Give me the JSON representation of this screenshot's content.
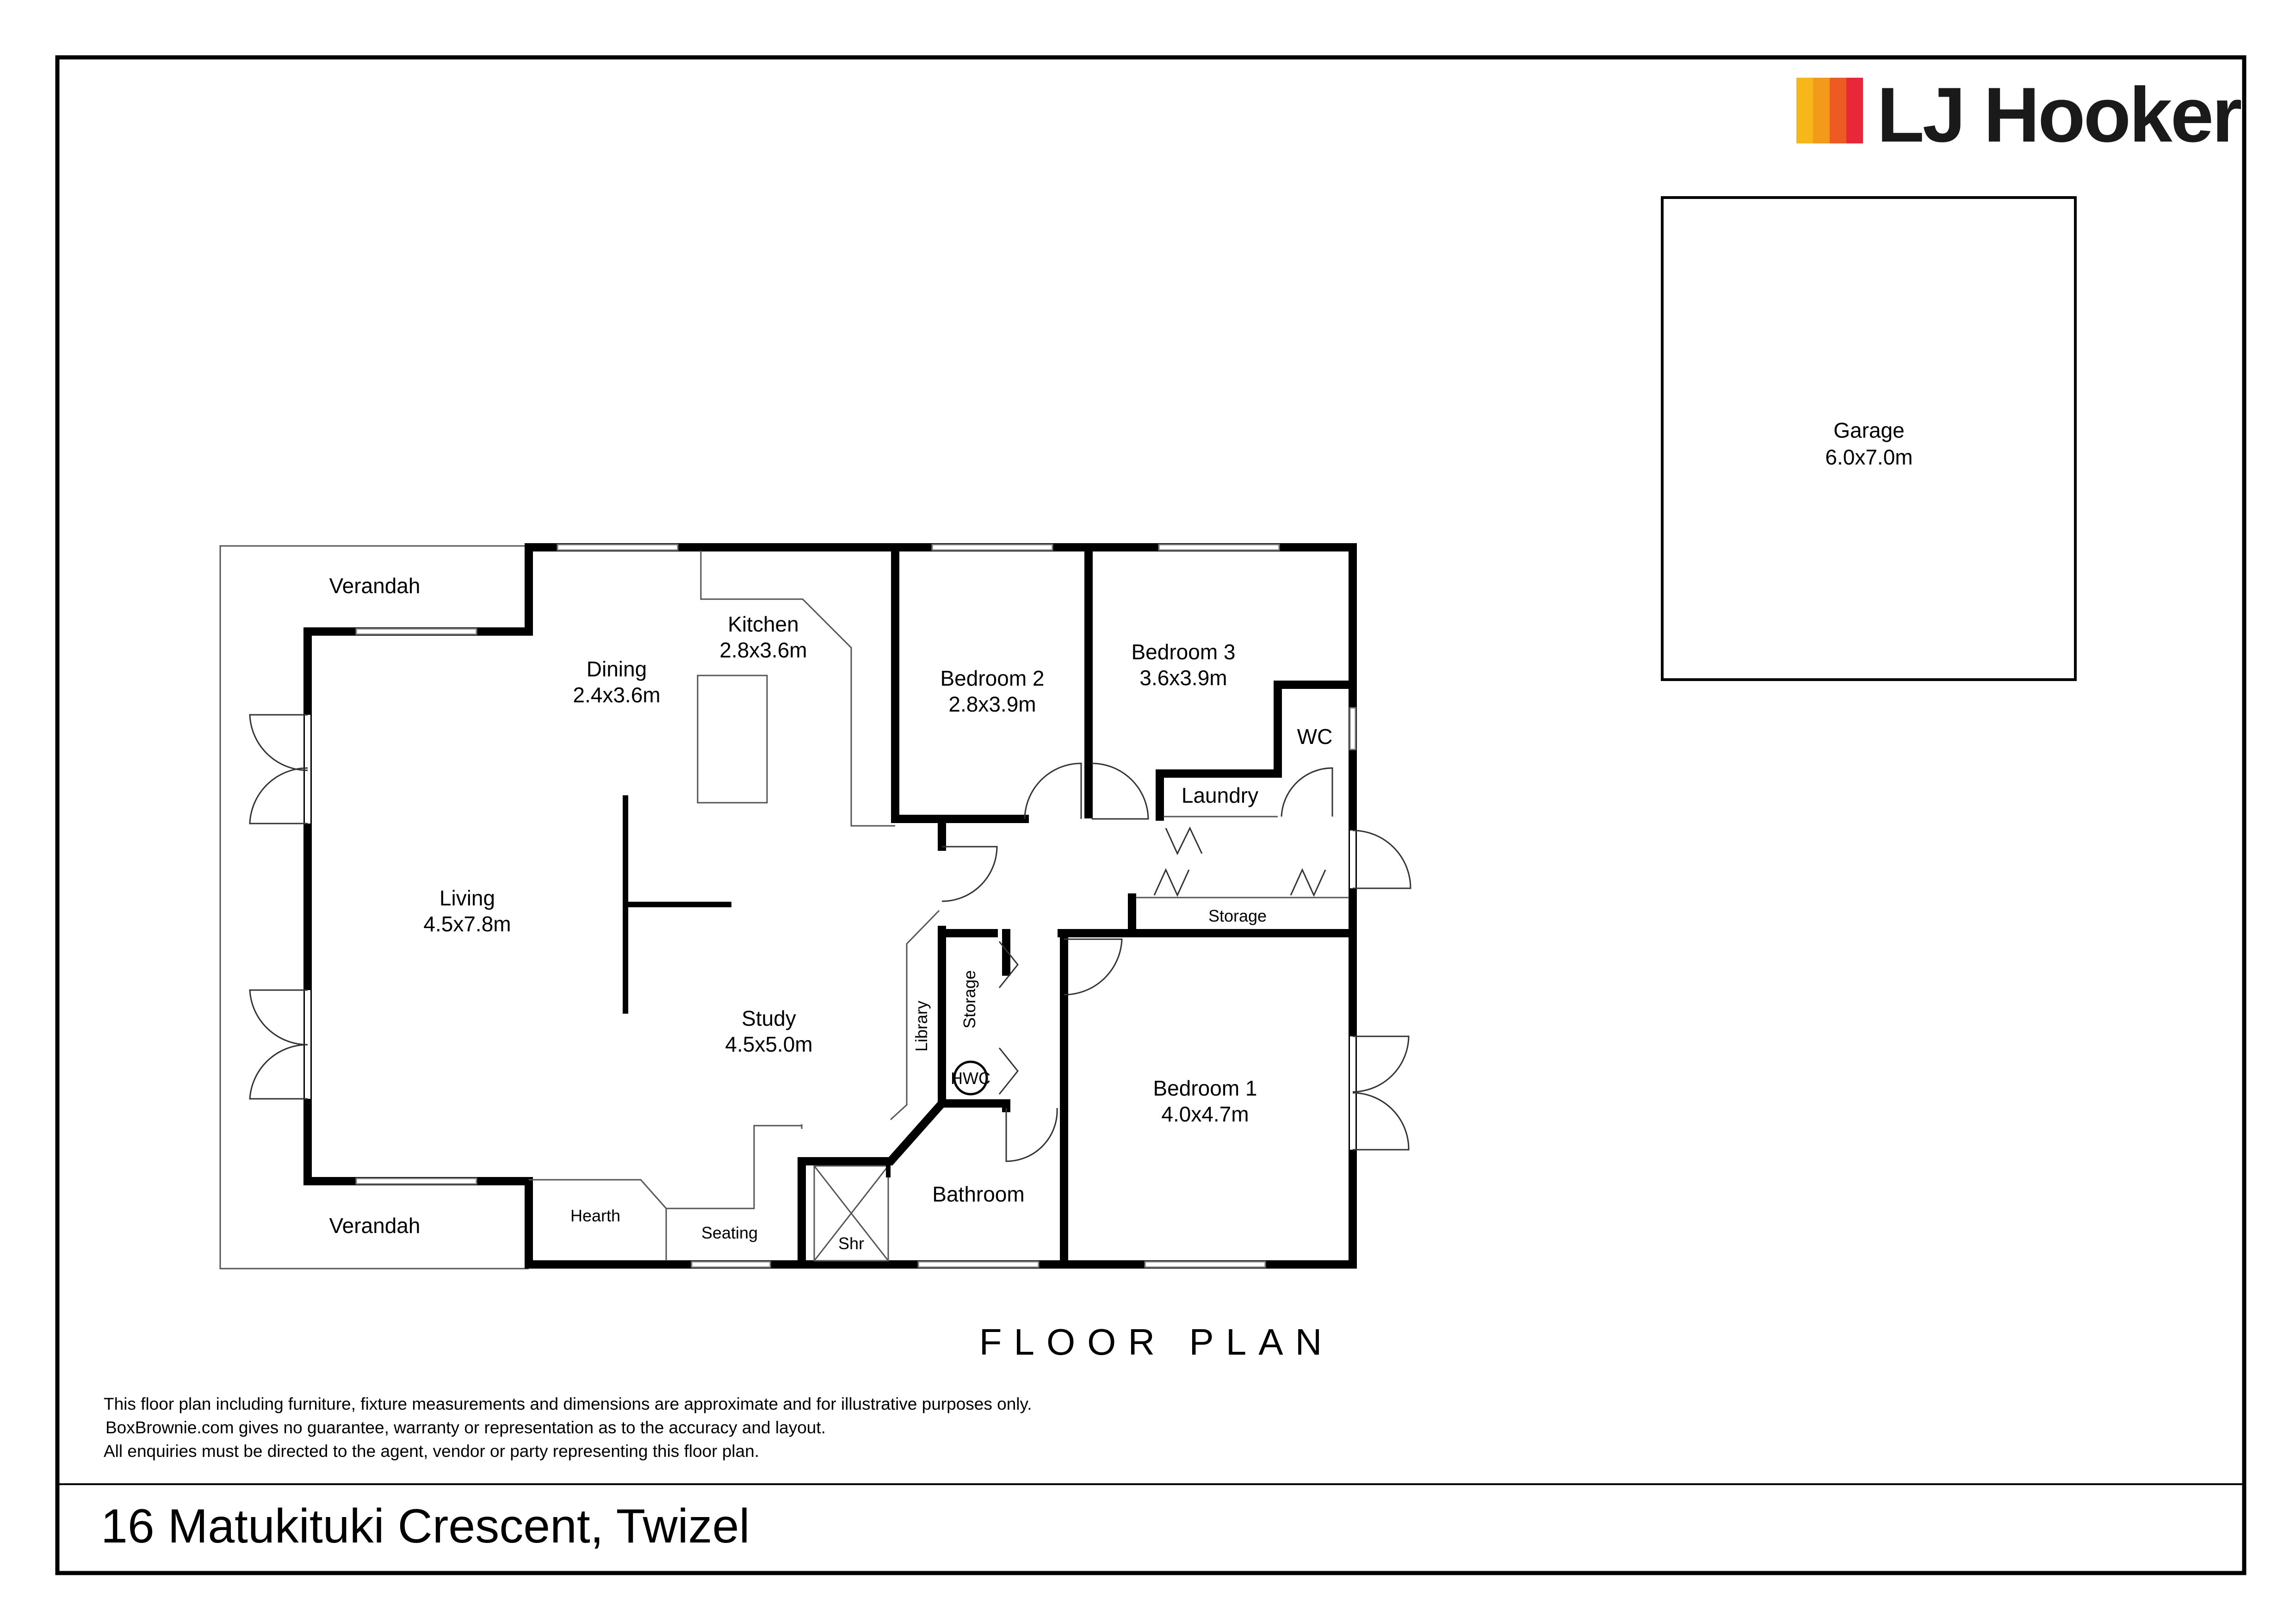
{
  "brand": {
    "name": "LJ Hooker",
    "logo_bar_colors": [
      "#f7b718",
      "#f39a1d",
      "#ee5a24",
      "#e8273a"
    ]
  },
  "garage": {
    "name": "Garage",
    "size": "6.0x7.0m"
  },
  "rooms": [
    {
      "id": "verandah-top",
      "name": "Verandah",
      "size": ""
    },
    {
      "id": "dining",
      "name": "Dining",
      "size": "2.4x3.6m"
    },
    {
      "id": "kitchen",
      "name": "Kitchen",
      "size": "2.8x3.6m"
    },
    {
      "id": "bedroom-2",
      "name": "Bedroom 2",
      "size": "2.8x3.9m"
    },
    {
      "id": "bedroom-3",
      "name": "Bedroom 3",
      "size": "3.6x3.9m"
    },
    {
      "id": "wc",
      "name": "WC",
      "size": ""
    },
    {
      "id": "laundry",
      "name": "Laundry",
      "size": ""
    },
    {
      "id": "living",
      "name": "Living",
      "size": "4.5x7.8m"
    },
    {
      "id": "storage-hall",
      "name": "Storage",
      "size": ""
    },
    {
      "id": "study",
      "name": "Study",
      "size": "4.5x5.0m"
    },
    {
      "id": "library",
      "name": "Library",
      "size": ""
    },
    {
      "id": "storage-vertical",
      "name": "Storage",
      "size": ""
    },
    {
      "id": "hwc",
      "name": "HWC",
      "size": ""
    },
    {
      "id": "bedroom-1",
      "name": "Bedroom 1",
      "size": "4.0x4.7m"
    },
    {
      "id": "bathroom",
      "name": "Bathroom",
      "size": ""
    },
    {
      "id": "hearth",
      "name": "Hearth",
      "size": ""
    },
    {
      "id": "seating",
      "name": "Seating",
      "size": ""
    },
    {
      "id": "shower",
      "name": "Shr",
      "size": ""
    },
    {
      "id": "verandah-bottom",
      "name": "Verandah",
      "size": ""
    }
  ],
  "plan_title": "FLOOR PLAN",
  "disclaimer": [
    "This floor plan including furniture, fixture measurements and dimensions are approximate and for illustrative purposes only.",
    "BoxBrownie.com gives no guarantee, warranty or representation as to the accuracy and layout.",
    "All enquiries must be directed to the agent, vendor or party representing this floor plan."
  ],
  "address": "16 Matukituki Crescent, Twizel"
}
